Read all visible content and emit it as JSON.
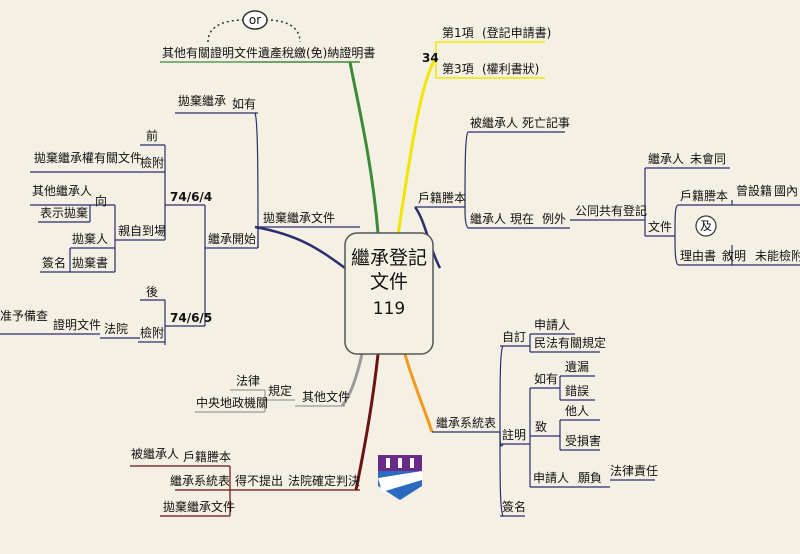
{
  "center": {
    "line1": "繼承登記",
    "line2": "文件",
    "line3": "119"
  },
  "top": {
    "or_label": "or",
    "other_docs": "其他有關證明文件",
    "estate_tax": "遺產稅繳(免)納證明書"
  },
  "items": {
    "num": "34",
    "item1": "第1項",
    "item1_note": "(登記申請書)",
    "item3": "第3項",
    "item3_note": "(權利書狀)"
  },
  "household": {
    "root": "戶籍謄本",
    "decedent": "被繼承人",
    "death_record": "死亡記事",
    "heir": "繼承人",
    "present": "現在",
    "exception": "例外",
    "co_owned": "公同共有登記",
    "heir2": "繼承人",
    "unmarried": "未會同",
    "document": "文件",
    "hh_copy": "戶籍謄本",
    "once_reg": "曾設籍",
    "domestic": "國內",
    "and": "及",
    "reason": "理由書",
    "state": "敘明",
    "not_found": "未能檢附"
  },
  "disclaim": {
    "root": "拋棄繼承文件",
    "start": "繼承開始",
    "if_any": "如有",
    "disclaim_heir": "拋棄繼承",
    "date1": "74/6/4",
    "before": "前",
    "attach1": "檢附",
    "disclaim_docs": "拋棄繼承權有關文件",
    "in_person": "親自到場",
    "toward": "向",
    "other_heirs": "其他繼承人",
    "express": "表示拋棄",
    "renouncer": "拋棄人",
    "letter": "拋棄書",
    "sign": "簽名",
    "date2": "74/6/5",
    "after": "後",
    "attach2": "檢附",
    "court": "法院",
    "proof": "證明文件",
    "approved": "准予備查"
  },
  "other": {
    "root": "其他文件",
    "rule": "規定",
    "law": "法律",
    "agency": "中央地政機關"
  },
  "court": {
    "root": "法院確定判決",
    "not_submit": "得不提出",
    "decedent": "被繼承人",
    "hh_copy": "戶籍謄本",
    "table": "繼承系統表",
    "disclaim_doc": "拋棄繼承文件"
  },
  "system": {
    "root": "繼承系統表",
    "self_made": "自訂",
    "applicant": "申請人",
    "civil_law": "民法有關規定",
    "note": "註明",
    "if_any": "如有",
    "omission": "遺漏",
    "error": "錯誤",
    "cause": "致",
    "other": "他人",
    "damage": "受損害",
    "applicant2": "申請人",
    "bear": "願負",
    "liability": "法律責任",
    "sign": "簽名"
  },
  "colors": {
    "background": "#f4f1e4",
    "center_border": "#555555",
    "green": "#3a8a3a",
    "yellow": "#f2e600",
    "navy": "#2b2d6e",
    "gray": "#9a9a9a",
    "maroon": "#6b1212",
    "orange": "#f39a1a",
    "logo_purple": "#6a2a8a",
    "logo_blue": "#2a6ac0"
  }
}
